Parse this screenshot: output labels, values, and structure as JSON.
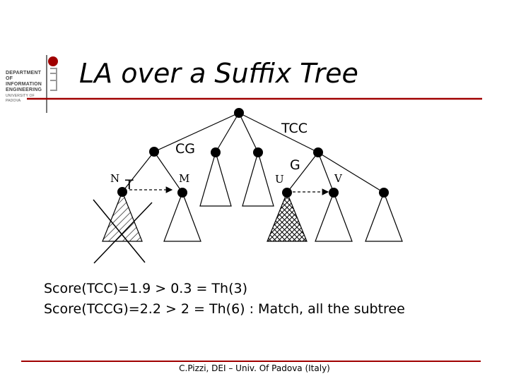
{
  "slide": {
    "title": "LA over a Suffix Tree",
    "logo": {
      "lines": [
        "DEPARTMENT OF",
        "INFORMATION",
        "ENGINEERING"
      ],
      "university": "UNIVERSITY OF PADOVA"
    },
    "score_lines": [
      "Score(TCC)=1.9 > 0.3 = Th(3)",
      "Score(TCCG)=2.2 > 2 = Th(6) : Match, all the subtree"
    ],
    "footer": "C.Pizzi, DEI – Univ. Of Padova (Italy)"
  },
  "diagram": {
    "edge_labels": {
      "cg": "CG",
      "tcc": "TCC",
      "g": "G",
      "t": "T"
    },
    "node_labels": {
      "n": "N",
      "m": "M",
      "u": "U",
      "v": "V"
    }
  },
  "colors": {
    "accent": "#a00000",
    "text": "#000000",
    "logo_gray": "#888888"
  }
}
